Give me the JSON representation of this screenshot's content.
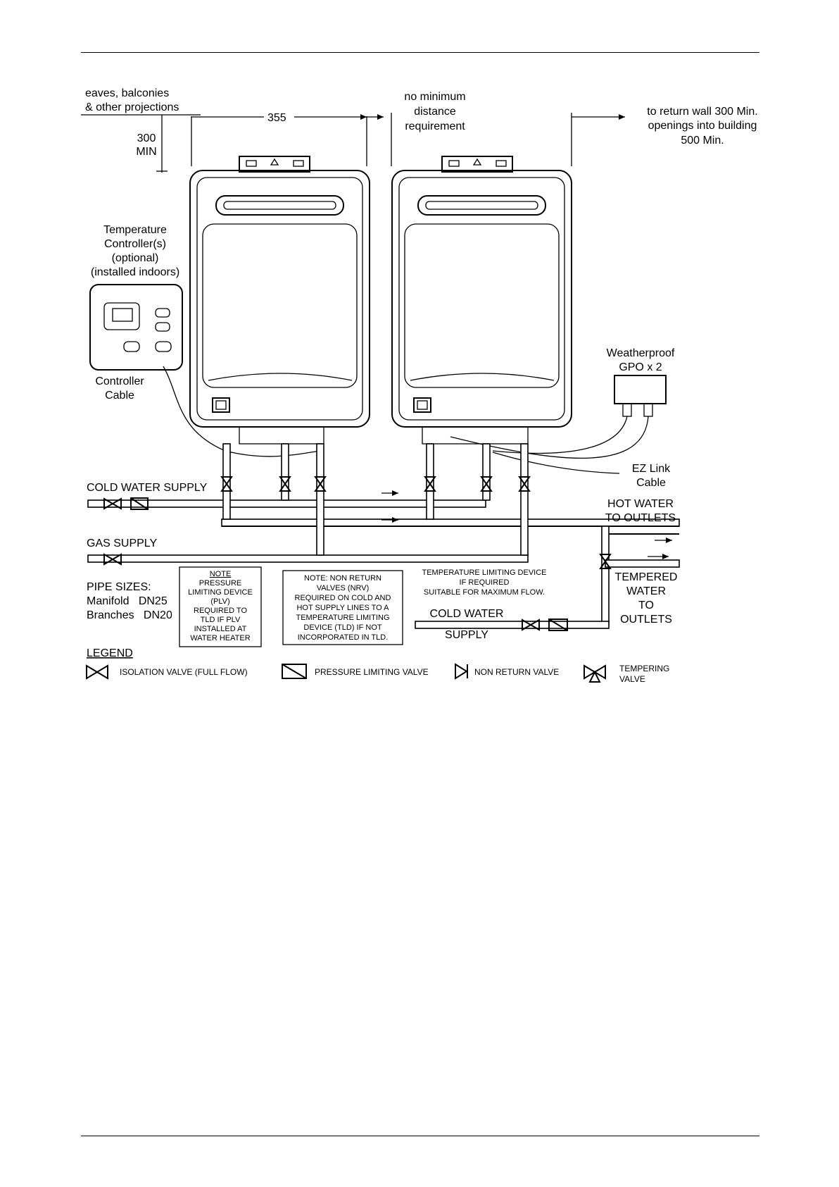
{
  "labels": {
    "eaves_line1": "eaves, balconies",
    "eaves_line2": "& other projections",
    "dim_355": "355",
    "no_min_1": "no minimum",
    "no_min_2": "distance",
    "no_min_3": "requirement",
    "return_1": "to return wall 300 Min.",
    "return_2": "openings into building",
    "return_3": "500 Min.",
    "min300_1": "300",
    "min300_2": "MIN",
    "tc_1": "Temperature",
    "tc_2": "Controller(s)",
    "tc_3": "(optional)",
    "tc_4": "(installed indoors)",
    "cc_1": "Controller",
    "cc_2": "Cable",
    "gpo_1": "Weatherproof",
    "gpo_2": "GPO x 2",
    "ez_1": "EZ Link",
    "ez_2": "Cable",
    "cold_supply": "COLD WATER SUPPLY",
    "hot_1": "HOT WATER",
    "hot_2": "TO OUTLETS",
    "gas_supply": "GAS SUPPLY",
    "pipe_1": "PIPE SIZES:",
    "pipe_2": "Manifold   DN25",
    "pipe_3": "Branches   DN20",
    "tld_1": "TEMPERATURE LIMITING DEVICE",
    "tld_2": "IF REQUIRED",
    "tld_3": "SUITABLE FOR MAXIMUM FLOW.",
    "tempered_1": "TEMPERED",
    "tempered_2": "WATER",
    "tempered_3": "TO",
    "tempered_4": "OUTLETS",
    "cold2_1": "COLD WATER",
    "cold2_2": "SUPPLY",
    "legend_title": "LEGEND",
    "leg_iso": "ISOLATION VALVE (FULL FLOW)",
    "leg_plv": "PRESSURE LIMITING VALVE",
    "leg_nrv": "NON RETURN VALVE",
    "leg_tmp_1": "TEMPERING",
    "leg_tmp_2": "VALVE"
  },
  "note_plv": [
    "NOTE",
    "PRESSURE",
    "LIMITING DEVICE",
    "(PLV)",
    "REQUIRED TO",
    "TLD IF PLV",
    "INSTALLED AT",
    "WATER HEATER"
  ],
  "note_nrv": [
    "NOTE: NON RETURN",
    "VALVES (NRV)",
    "REQUIRED ON COLD AND",
    "HOT SUPPLY LINES TO A",
    "TEMPERATURE LIMITING",
    "DEVICE (TLD) IF NOT",
    "INCORPORATED IN TLD."
  ]
}
